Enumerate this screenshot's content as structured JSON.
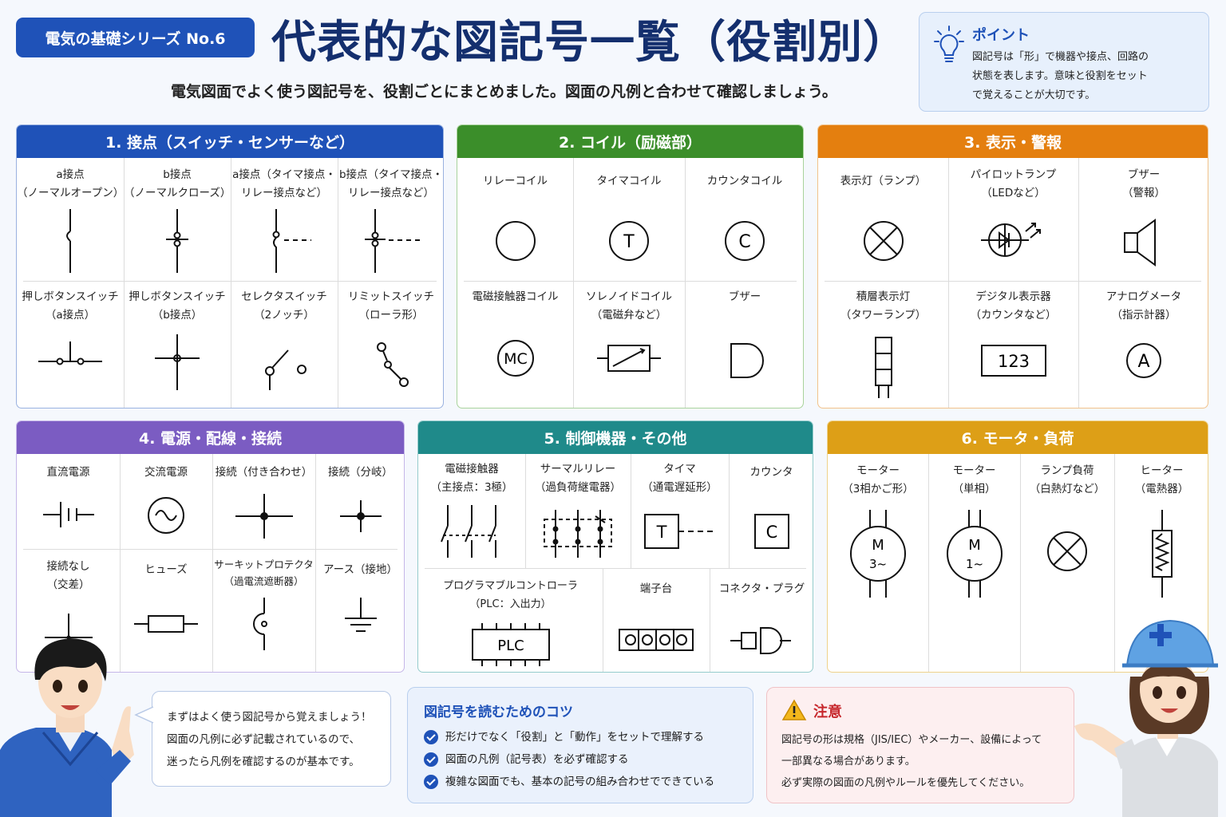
{
  "header": {
    "badge": "電気の基礎シリーズ No.6",
    "title": "代表的な図記号一覧（役割別）",
    "subtitle": "電気図面でよく使う図記号を、役割ごとにまとめました。図面の凡例と合わせて確認しましょう。"
  },
  "tip": {
    "title": "ポイント",
    "body": "図記号は「形」で機器や接点、回路の\n状態を表します。意味と役割をセット\nで覚えることが大切です。"
  },
  "panels": [
    {
      "title": "1. 接点（スイッチ・センサーなど）",
      "color": "#1f52b8",
      "cells": [
        {
          "label": "a接点\n（ノーマルオープン）",
          "icon": "contact-a-icon"
        },
        {
          "label": "b接点\n（ノーマルクローズ）",
          "icon": "contact-b-icon"
        },
        {
          "label": "a接点（タイマ接点・\nリレー接点など）",
          "icon": "relay-contact-a-icon"
        },
        {
          "label": "b接点（タイマ接点・\nリレー接点など）",
          "icon": "relay-contact-b-icon"
        },
        {
          "label": "押しボタンスイッチ\n（a接点）",
          "icon": "pushbutton-a-icon"
        },
        {
          "label": "押しボタンスイッチ\n（b接点）",
          "icon": "pushbutton-b-icon"
        },
        {
          "label": "セレクタスイッチ\n（2ノッチ）",
          "icon": "selector-switch-icon"
        },
        {
          "label": "リミットスイッチ\n（ローラ形）",
          "icon": "limit-switch-icon"
        }
      ]
    },
    {
      "title": "2. コイル（励磁部）",
      "color": "#3b8e2a",
      "cells": [
        {
          "label": "リレーコイル",
          "icon": "relay-coil-icon"
        },
        {
          "label": "タイマコイル",
          "icon": "timer-coil-icon",
          "text": "T"
        },
        {
          "label": "カウンタコイル",
          "icon": "counter-coil-icon",
          "text": "C"
        },
        {
          "label": "電磁接触器コイル",
          "icon": "contactor-coil-icon",
          "text": "MC"
        },
        {
          "label": "ソレノイドコイル\n（電磁弁など）",
          "icon": "solenoid-coil-icon"
        },
        {
          "label": "ブザー",
          "icon": "buzzer-icon"
        }
      ]
    },
    {
      "title": "3. 表示・警報",
      "color": "#e47f0f",
      "cells": [
        {
          "label": "表示灯（ランプ）",
          "icon": "lamp-icon"
        },
        {
          "label": "パイロットランプ\n（LEDなど）",
          "icon": "led-lamp-icon"
        },
        {
          "label": "ブザー\n（警報）",
          "icon": "alarm-buzzer-icon"
        },
        {
          "label": "積層表示灯\n（タワーランプ）",
          "icon": "tower-lamp-icon"
        },
        {
          "label": "デジタル表示器\n（カウンタなど）",
          "icon": "digital-display-icon",
          "text": "123"
        },
        {
          "label": "アナログメータ\n（指示計器）",
          "icon": "analog-meter-icon",
          "text": "A"
        }
      ]
    },
    {
      "title": "4. 電源・配線・接続",
      "color": "#7b5cc2",
      "cells": [
        {
          "label": "直流電源",
          "icon": "dc-source-icon"
        },
        {
          "label": "交流電源",
          "icon": "ac-source-icon"
        },
        {
          "label": "接続（付き合わせ）",
          "icon": "junction-tee-icon"
        },
        {
          "label": "接続（分岐）",
          "icon": "junction-branch-icon"
        },
        {
          "label": "接続なし\n（交差）",
          "icon": "crossing-icon"
        },
        {
          "label": "ヒューズ",
          "icon": "fuse-icon"
        },
        {
          "label": "サーキットプロテクタ\n（過電流遮断器）",
          "icon": "circuit-protector-icon"
        },
        {
          "label": "アース（接地）",
          "icon": "ground-icon"
        }
      ]
    },
    {
      "title": "5. 制御機器・その他",
      "color": "#1f8a8a",
      "cells": [
        {
          "label": "電磁接触器\n（主接点：3極）",
          "icon": "contactor-3pole-icon"
        },
        {
          "label": "サーマルリレー\n（過負荷継電器）",
          "icon": "thermal-relay-icon"
        },
        {
          "label": "タイマ\n（通電遅延形）",
          "icon": "timer-icon",
          "text": "T"
        },
        {
          "label": "カウンタ",
          "icon": "counter-icon",
          "text": "C"
        },
        {
          "label": "プログラマブルコントローラ\n（PLC：入出力）",
          "icon": "plc-icon",
          "text": "PLC"
        },
        {
          "label": "端子台",
          "icon": "terminal-block-icon"
        },
        {
          "label": "コネクタ・プラグ",
          "icon": "connector-icon"
        }
      ]
    },
    {
      "title": "6. モータ・負荷",
      "color": "#dd9f17",
      "cells": [
        {
          "label": "モーター\n（3相かご形）",
          "icon": "motor-3phase-icon",
          "text": "M",
          "text2": "3~"
        },
        {
          "label": "モーター\n（単相）",
          "icon": "motor-1phase-icon",
          "text": "M",
          "text2": "1~"
        },
        {
          "label": "ランプ負荷\n（白熱灯など）",
          "icon": "lamp-load-icon"
        },
        {
          "label": "ヒーター\n（電熱器）",
          "icon": "heater-icon"
        }
      ]
    }
  ],
  "speech": "まずはよく使う図記号から覚えましょう！\n図面の凡例に必ず記載されているので、\n迷ったら凡例を確認するのが基本です。",
  "tips": {
    "title": "図記号を読むためのコツ",
    "items": [
      "形だけでなく「役割」と「動作」をセットで理解する",
      "図面の凡例（記号表）を必ず確認する",
      "複雑な図面でも、基本の記号の組み合わせでできている"
    ]
  },
  "caution": {
    "title": "注意",
    "body": "図記号の形は規格（JIS/IEC）やメーカー、設備によって\n一部異なる場合があります。\n必ず実際の図面の凡例やルールを優先してください。"
  }
}
